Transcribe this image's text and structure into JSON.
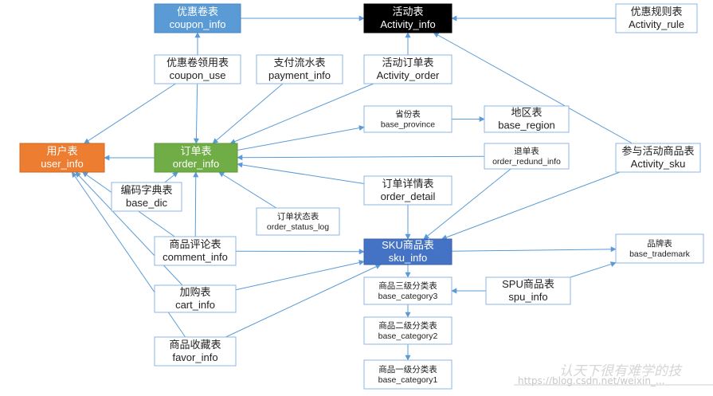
{
  "nodes": [
    {
      "id": "coupon_info",
      "title": "优惠卷表",
      "subtitle": "coupon_info",
      "theme": "blue"
    },
    {
      "id": "activity_info",
      "title": "活动表",
      "subtitle": "Activity_info",
      "theme": "black"
    },
    {
      "id": "activity_rule",
      "title": "优惠规则表",
      "subtitle": "Activity_rule",
      "theme": "plain"
    },
    {
      "id": "coupon_use",
      "title": "优惠卷领用表",
      "subtitle": "coupon_use",
      "theme": "plain"
    },
    {
      "id": "payment_info",
      "title": "支付流水表",
      "subtitle": "payment_info",
      "theme": "plain"
    },
    {
      "id": "activity_order",
      "title": "活动订单表",
      "subtitle": "Activity_order",
      "theme": "plain"
    },
    {
      "id": "base_province",
      "title": "省份表",
      "subtitle": "base_province",
      "theme": "plain"
    },
    {
      "id": "base_region",
      "title": "地区表",
      "subtitle": "base_region",
      "theme": "plain"
    },
    {
      "id": "user_info",
      "title": "用户表",
      "subtitle": "user_info",
      "theme": "orange"
    },
    {
      "id": "order_info",
      "title": "订单表",
      "subtitle": "order_info",
      "theme": "green"
    },
    {
      "id": "order_refund_info",
      "title": "退单表",
      "subtitle": "order_redund_info",
      "theme": "plain"
    },
    {
      "id": "activity_sku",
      "title": "参与活动商品表",
      "subtitle": "Activity_sku",
      "theme": "plain"
    },
    {
      "id": "base_dic",
      "title": "编码字典表",
      "subtitle": "base_dic",
      "theme": "plain"
    },
    {
      "id": "order_detail",
      "title": "订单详情表",
      "subtitle": "order_detail",
      "theme": "plain"
    },
    {
      "id": "order_status_log",
      "title": "订单状态表",
      "subtitle": "order_status_log",
      "theme": "plain"
    },
    {
      "id": "base_trademark",
      "title": "品牌表",
      "subtitle": "base_trademark",
      "theme": "plain"
    },
    {
      "id": "comment_info",
      "title": "商品评论表",
      "subtitle": "comment_info",
      "theme": "plain"
    },
    {
      "id": "sku_info",
      "title": "SKU商品表",
      "subtitle": "sku_info",
      "theme": "skublue"
    },
    {
      "id": "base_category3",
      "title": "商品三级分类表",
      "subtitle": "base_category3",
      "theme": "plain"
    },
    {
      "id": "spu_info",
      "title": "SPU商品表",
      "subtitle": "spu_info",
      "theme": "plain"
    },
    {
      "id": "cart_info",
      "title": "加购表",
      "subtitle": "cart_info",
      "theme": "plain"
    },
    {
      "id": "base_category2",
      "title": "商品二级分类表",
      "subtitle": "base_category2",
      "theme": "plain"
    },
    {
      "id": "favor_info",
      "title": "商品收藏表",
      "subtitle": "favor_info",
      "theme": "plain"
    },
    {
      "id": "base_category1",
      "title": "商品一级分类表",
      "subtitle": "base_category1",
      "theme": "plain"
    }
  ],
  "edges": [
    {
      "from": "activity_rule",
      "to": "activity_info"
    },
    {
      "from": "coupon_info",
      "to": "activity_info"
    },
    {
      "from": "coupon_use",
      "to": "coupon_info"
    },
    {
      "from": "activity_order",
      "to": "activity_info"
    },
    {
      "from": "activity_sku",
      "to": "activity_info"
    },
    {
      "from": "coupon_use",
      "to": "user_info"
    },
    {
      "from": "coupon_use",
      "to": "order_info"
    },
    {
      "from": "payment_info",
      "to": "order_info"
    },
    {
      "from": "activity_order",
      "to": "order_info"
    },
    {
      "from": "order_info",
      "to": "user_info"
    },
    {
      "from": "order_info",
      "to": "base_province"
    },
    {
      "from": "base_province",
      "to": "base_region"
    },
    {
      "from": "order_refund_info",
      "to": "order_info"
    },
    {
      "from": "order_detail",
      "to": "order_info"
    },
    {
      "from": "base_dic",
      "to": "order_info"
    },
    {
      "from": "order_status_log",
      "to": "order_info"
    },
    {
      "from": "comment_info",
      "to": "order_info"
    },
    {
      "from": "comment_info",
      "to": "user_info"
    },
    {
      "from": "cart_info",
      "to": "user_info"
    },
    {
      "from": "favor_info",
      "to": "user_info"
    },
    {
      "from": "comment_info",
      "to": "sku_info"
    },
    {
      "from": "cart_info",
      "to": "sku_info"
    },
    {
      "from": "favor_info",
      "to": "sku_info"
    },
    {
      "from": "order_detail",
      "to": "sku_info"
    },
    {
      "from": "order_refund_info",
      "to": "sku_info"
    },
    {
      "from": "activity_sku",
      "to": "sku_info"
    },
    {
      "from": "sku_info",
      "to": "base_trademark"
    },
    {
      "from": "spu_info",
      "to": "base_trademark"
    },
    {
      "from": "sku_info",
      "to": "base_category3"
    },
    {
      "from": "spu_info",
      "to": "base_category3"
    },
    {
      "from": "base_category3",
      "to": "base_category2"
    },
    {
      "from": "base_category2",
      "to": "base_category1"
    }
  ],
  "watermark": {
    "url": "https://blog.csdn.net/weixin_...",
    "logo": "认天下很有难学的技"
  },
  "colors": {
    "edge": "#5b9bd5",
    "border": "#8eb4e3",
    "coupon_info": "#5b9bd5",
    "activity_info": "#000000",
    "user_info": "#ed7d31",
    "order_info": "#70ad47",
    "sku_info": "#4472c4"
  }
}
